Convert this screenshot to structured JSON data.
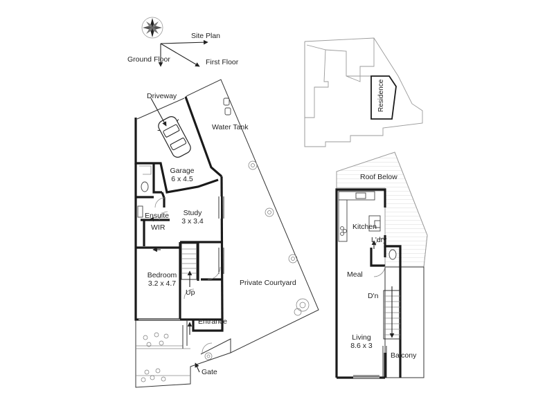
{
  "legend": {
    "site_plan": "Site Plan",
    "ground_floor": "Ground Floor",
    "first_floor": "First Floor"
  },
  "site": {
    "residence": "Residence"
  },
  "ground_floor": {
    "driveway": "Driveway",
    "water_tank": "Water Tank",
    "garage": {
      "name": "Garage",
      "size": "6 x 4.5"
    },
    "study": {
      "name": "Study",
      "size": "3 x 3.4"
    },
    "ensuite": "Ensuite",
    "wir": "WIR",
    "bedroom": {
      "name": "Bedroom",
      "size": "3.2 x 4.7"
    },
    "up": "Up",
    "private_courtyard": "Private Courtyard",
    "entrance": "Entrance",
    "gate": "Gate"
  },
  "first_floor": {
    "roof_below": "Roof Below",
    "kitchen": "Kitchen",
    "laundry": "L'dry",
    "meal": "Meal",
    "down": "D'n",
    "living": {
      "name": "Living",
      "size": "8.6 x 3"
    },
    "balcony": "Balcony"
  }
}
